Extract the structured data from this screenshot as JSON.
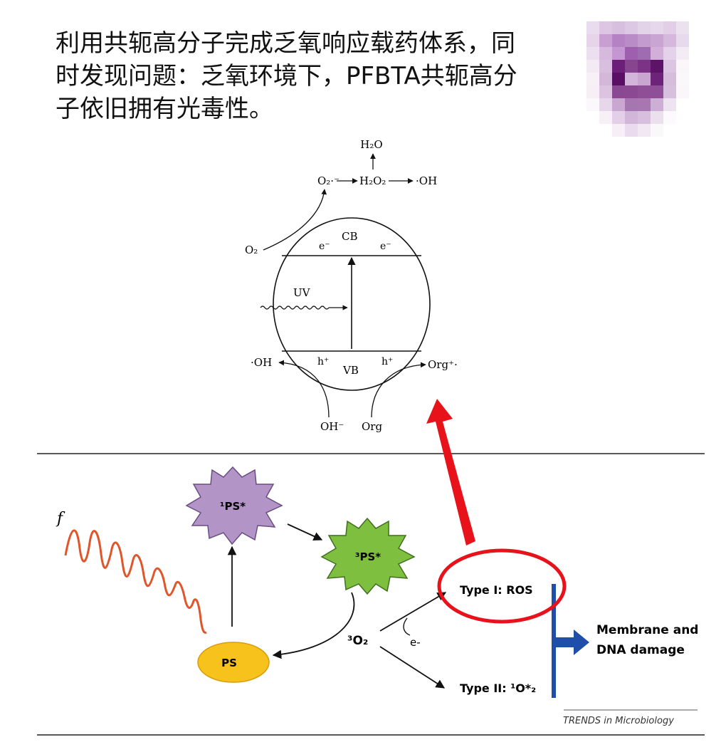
{
  "heading": {
    "line1": "利用共轭高分子完成乏氧响应载药体系，同",
    "line2": "时发现问题：乏氧环境下，PFBTA共轭高分",
    "line3": "子依旧拥有光毒性。"
  },
  "semiconductor": {
    "h2o": "H₂O",
    "o2_radical": "O₂·⁻",
    "h2o2": "H₂O₂",
    "oh_radical_top": "·OH",
    "o2": "O₂",
    "electron_left": "e⁻",
    "cb": "CB",
    "electron_right": "e⁻",
    "uv": "UV",
    "hole_left": "h⁺",
    "hole_right": "h⁺",
    "vb": "VB",
    "oh_radical_left": "·OH",
    "org_cation": "Org⁺·",
    "oh_minus": "OH⁻",
    "org": "Org"
  },
  "pdt": {
    "light_symbol": "f",
    "singlet_ps": "¹PS*",
    "triplet_ps": "³PS*",
    "ps": "PS",
    "triplet_oxygen": "³O₂",
    "electron": "e-",
    "type1": "Type I: ROS",
    "type2": "Type II: ¹O*₂",
    "damage_line1": "Membrane and",
    "damage_line2": "DNA damage",
    "credit": "TRENDS in Microbiology"
  },
  "colors": {
    "highlight_red": "#e8121b",
    "singlet_purple": "#b294c7",
    "triplet_green": "#7fbf3f",
    "ps_yellow": "#f6c21b",
    "wave_orange": "#e0552a",
    "damage_blue": "#1f4fa8"
  }
}
